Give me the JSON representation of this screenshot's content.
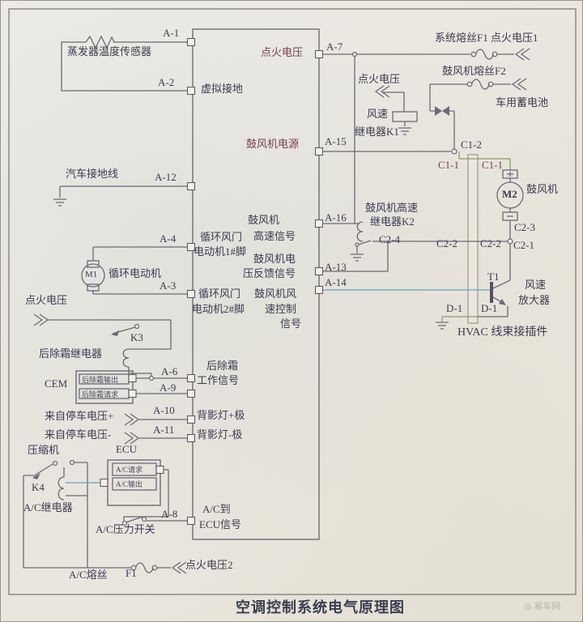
{
  "title": "空调控制系统电气原理图",
  "watermark": "◎ 易车网",
  "labels": {
    "a1": "A-1",
    "a2": "A-2",
    "a3": "A-3",
    "a4": "A-4",
    "a6": "A-6",
    "a7": "A-7",
    "a8": "A-8",
    "a9": "A-9",
    "a10": "A-10",
    "a11": "A-11",
    "a12": "A-12",
    "a13": "A-13",
    "a14": "A-14",
    "a15": "A-15",
    "a16": "A-16",
    "evaporator_sensor": "蒸发器温度传感器",
    "virtual_ground": "虚拟接地",
    "ignition_voltage_top": "点火电压",
    "system_fuse": "系统熔丝F1 点火电压1",
    "blower_fuse": "鼓风机熔丝F2",
    "battery": "车用蓄电池",
    "ignition_voltage_k1": "点火电压",
    "k1_name_1": "风速",
    "k1_name_2": "继电器K1",
    "blower_power": "鼓风机电源",
    "c1_2": "C1-2",
    "c1_1_left": "C1-1",
    "c1_1_right": "C1-1",
    "m2": "M2",
    "m2_name": "鼓风机",
    "k2_name_1": "鼓风机高速",
    "k2_name_2": "继电器K2",
    "c2_4": "C2-4",
    "c2_2_left": "C2-2",
    "c2_2_right": "C2-2",
    "c2_1": "C2-1",
    "c2_3": "C2-3",
    "recirc1_1": "循环风门",
    "recirc1_2": "电动机1#脚",
    "blower_hs_1": "鼓风机",
    "blower_hs_2": "高速信号",
    "blower_fb_1": "鼓风机电",
    "blower_fb_2": "压反馈信号",
    "recirc2_1": "循环风门",
    "recirc2_2": "电动机2#脚",
    "blower_ctl_1": "鼓风机风",
    "blower_ctl_2": "速控制",
    "blower_ctl_3": "信号",
    "m1": "M1",
    "m1_name": "循环电动机",
    "car_ground": "汽车接地线",
    "ignition_voltage_left": "点火电压",
    "k3": "K3",
    "defrost_relay": "后除霜继电器",
    "cem": "CEM",
    "defrost_out": "后除霜输出",
    "defrost_req": "后除霜请求",
    "defrost_sig_1": "后除霜",
    "defrost_sig_2": "工作信号",
    "park_plus": "来自停车电压+",
    "park_minus": "来自停车电压-",
    "backlight_plus": "背影灯+极",
    "backlight_minus": "背影灯-极",
    "compressor": "压缩机",
    "ecu": "ECU",
    "ac_request": "A/C请求",
    "ac_output": "A/C输出",
    "k4": "K4",
    "ac_relay": "A/C继电器",
    "ac_to_ecu_1": "A/C到",
    "ac_to_ecu_2": "ECU信号",
    "ac_pressure_switch": "A/C压力开关",
    "ac_fuse": "A/C熔丝",
    "f1": "F1",
    "ignition_voltage_2": "点火电压2",
    "t1": "T1",
    "amp_1": "风速",
    "amp_2": "放大器",
    "d1_left": "D-1",
    "d1_right": "D-1",
    "hvac_connector": "HVAC 线束接插件"
  }
}
